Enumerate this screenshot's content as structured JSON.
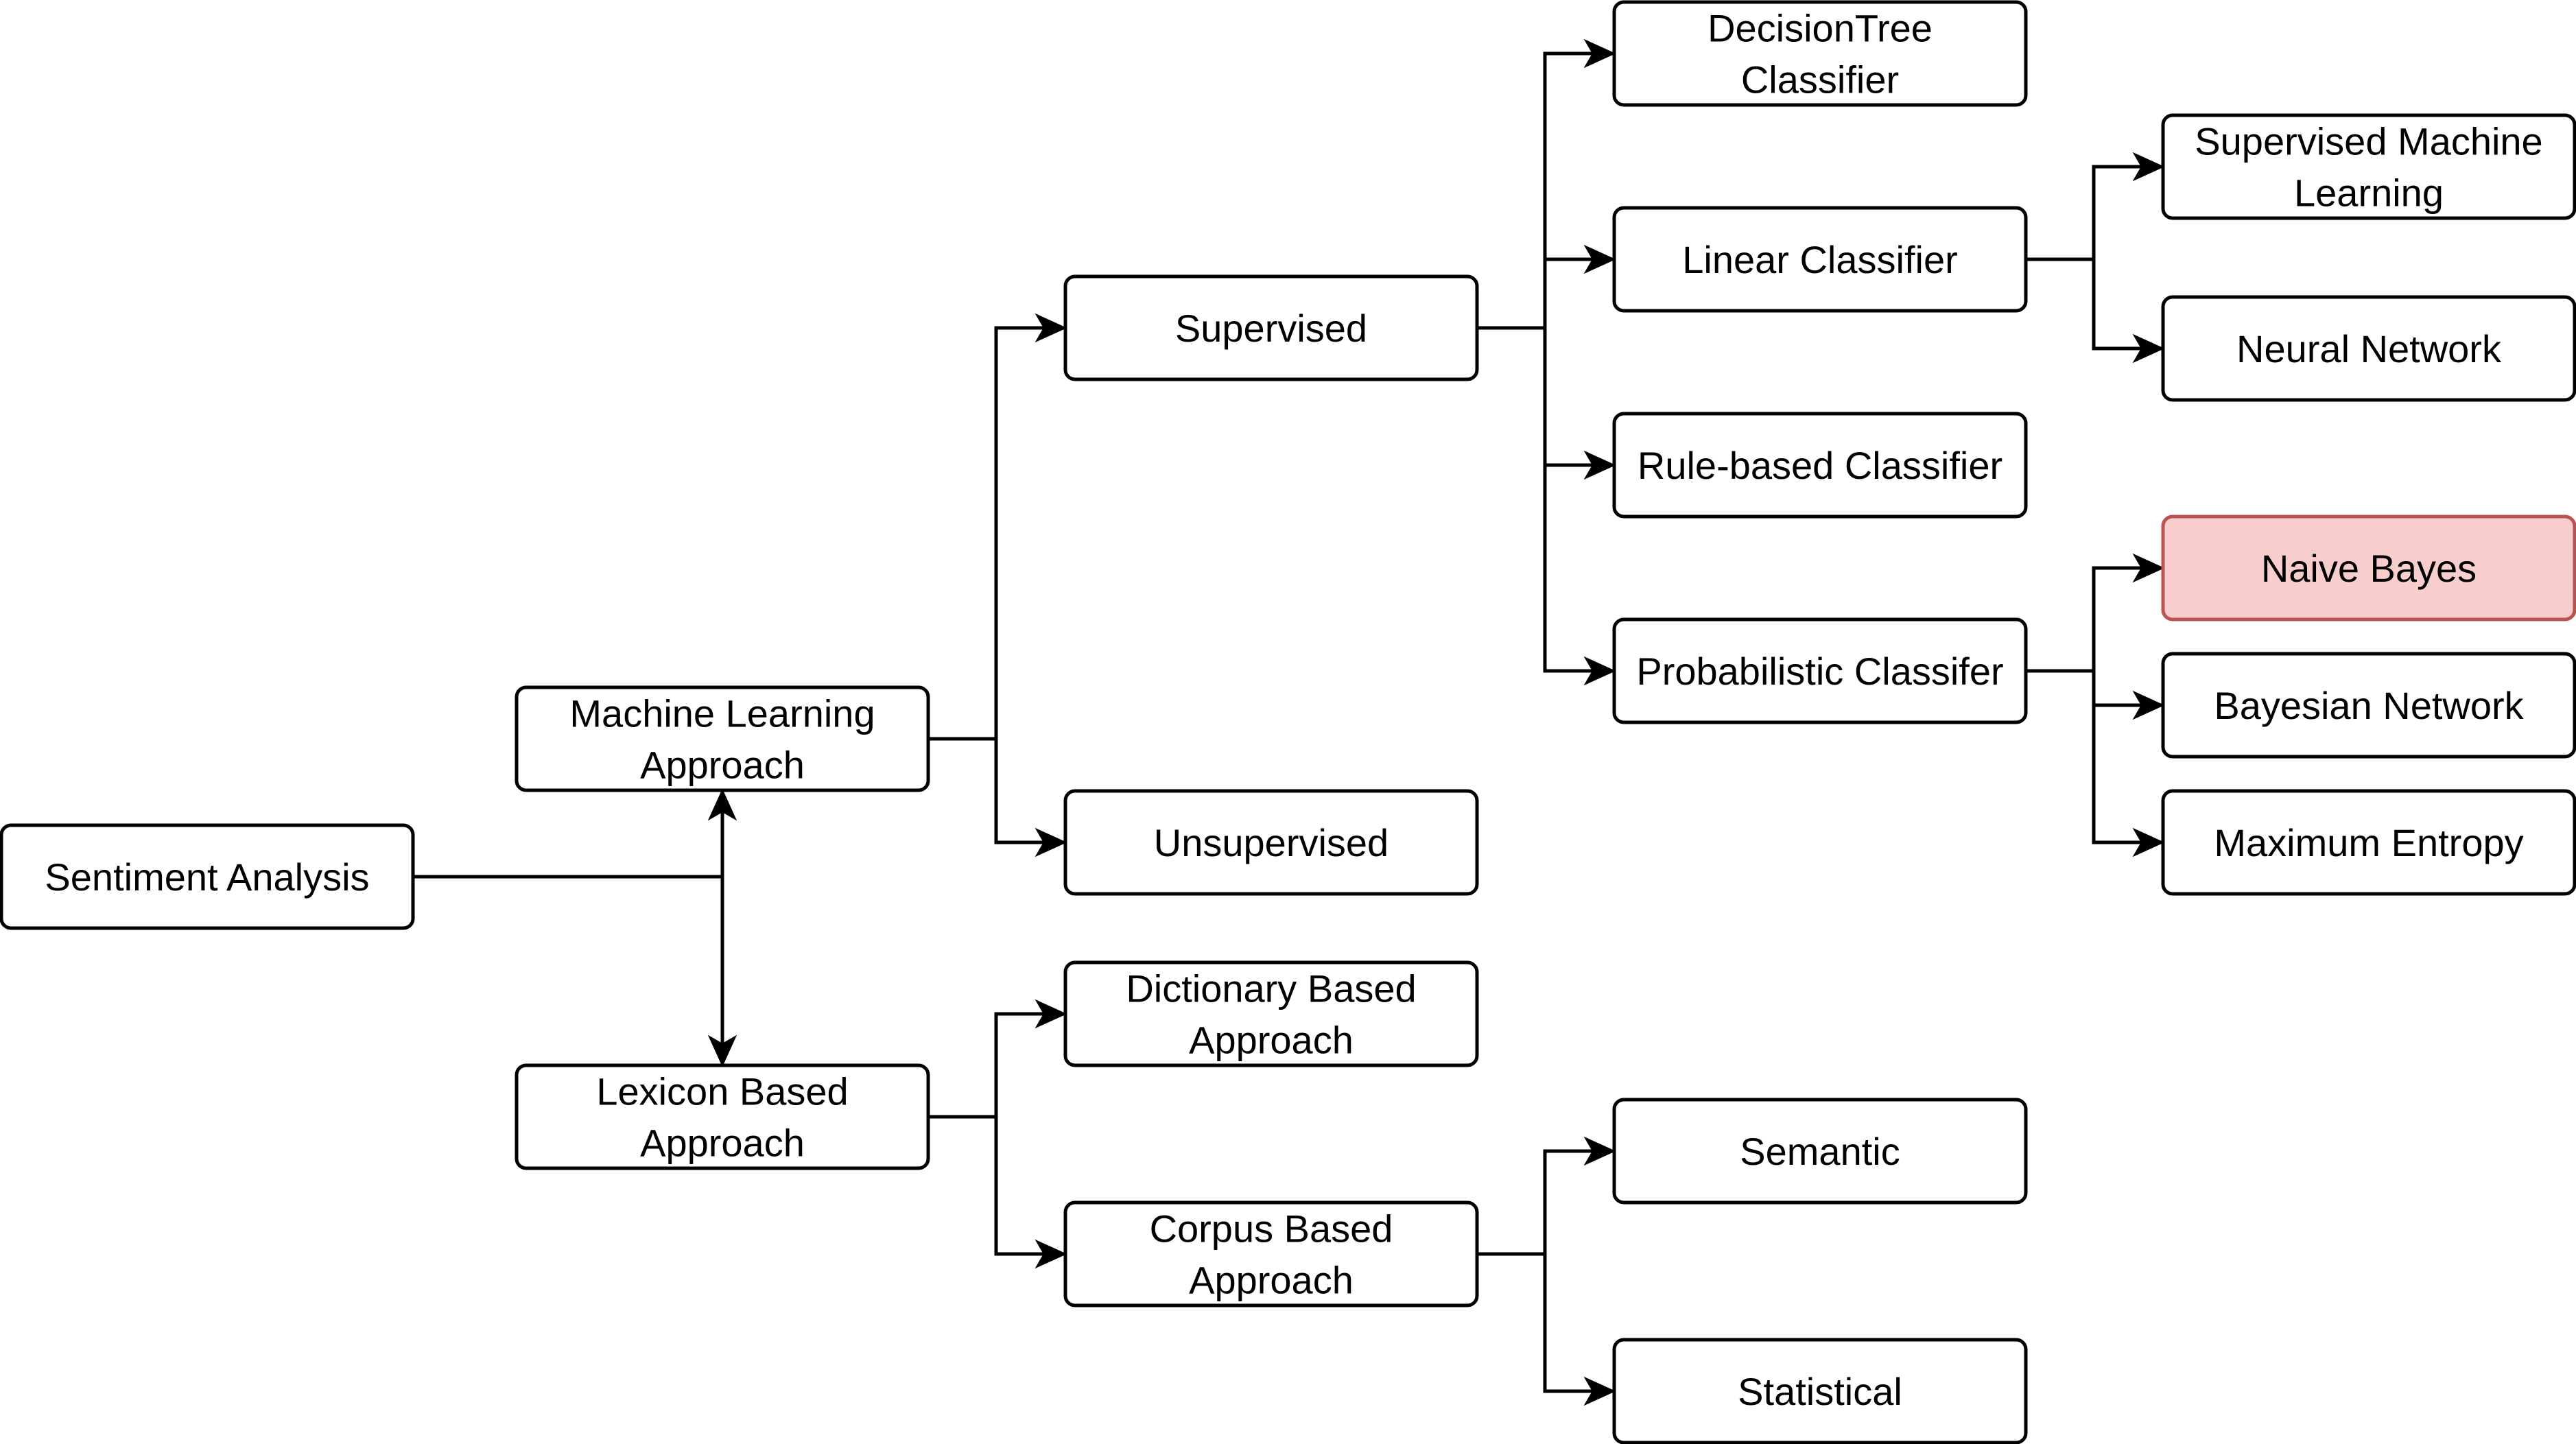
{
  "nodes": {
    "sentiment_analysis": {
      "lines": [
        "Sentiment Analysis"
      ]
    },
    "ml_approach": {
      "lines": [
        "Machine Learning",
        "Approach"
      ]
    },
    "lexicon_approach": {
      "lines": [
        "Lexicon Based",
        "Approach"
      ]
    },
    "supervised": {
      "lines": [
        "Supervised"
      ]
    },
    "unsupervised": {
      "lines": [
        "Unsupervised"
      ]
    },
    "dictionary_approach": {
      "lines": [
        "Dictionary Based",
        "Approach"
      ]
    },
    "corpus_approach": {
      "lines": [
        "Corpus Based",
        "Approach"
      ]
    },
    "decision_tree": {
      "lines": [
        "DecisionTree",
        "Classifier"
      ]
    },
    "linear_classifier": {
      "lines": [
        "Linear Classifier"
      ]
    },
    "rule_based": {
      "lines": [
        "Rule-based Classifier"
      ]
    },
    "probabilistic": {
      "lines": [
        "Probabilistic Classifer"
      ]
    },
    "semantic": {
      "lines": [
        "Semantic"
      ]
    },
    "statistical": {
      "lines": [
        "Statistical"
      ]
    },
    "svm": {
      "lines": [
        "Supervised Machine",
        "Learning"
      ]
    },
    "neural_network": {
      "lines": [
        "Neural Network"
      ]
    },
    "naive_bayes": {
      "lines": [
        "Naive Bayes"
      ],
      "fill": "#f8cecc",
      "stroke": "#b85450"
    },
    "bayesian_network": {
      "lines": [
        "Bayesian Network"
      ]
    },
    "maximum_entropy": {
      "lines": [
        "Maximum Entropy"
      ]
    }
  },
  "edges": [
    {
      "from": "sentiment_analysis",
      "to": "ml_approach"
    },
    {
      "from": "sentiment_analysis",
      "to": "lexicon_approach"
    },
    {
      "from": "ml_approach",
      "to": "supervised"
    },
    {
      "from": "ml_approach",
      "to": "unsupervised"
    },
    {
      "from": "lexicon_approach",
      "to": "dictionary_approach"
    },
    {
      "from": "lexicon_approach",
      "to": "corpus_approach"
    },
    {
      "from": "supervised",
      "to": "decision_tree"
    },
    {
      "from": "supervised",
      "to": "linear_classifier"
    },
    {
      "from": "supervised",
      "to": "rule_based"
    },
    {
      "from": "supervised",
      "to": "probabilistic"
    },
    {
      "from": "corpus_approach",
      "to": "semantic"
    },
    {
      "from": "corpus_approach",
      "to": "statistical"
    },
    {
      "from": "linear_classifier",
      "to": "svm"
    },
    {
      "from": "linear_classifier",
      "to": "neural_network"
    },
    {
      "from": "probabilistic",
      "to": "naive_bayes"
    },
    {
      "from": "probabilistic",
      "to": "bayesian_network"
    },
    {
      "from": "probabilistic",
      "to": "maximum_entropy"
    }
  ]
}
